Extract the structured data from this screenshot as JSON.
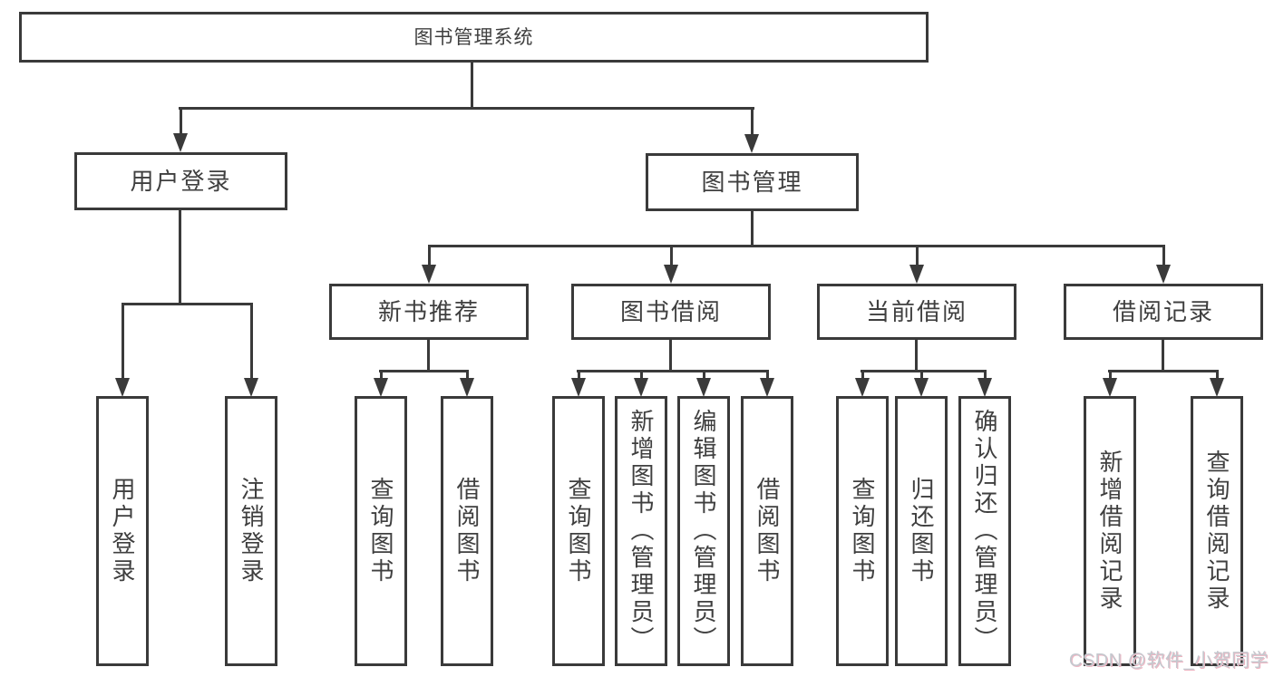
{
  "nodes": {
    "root": {
      "label": "图书管理系统"
    },
    "user_login": {
      "label": "用户登录"
    },
    "book_mgmt": {
      "label": "图书管理"
    },
    "new_book_rec": {
      "label": "新书推荐"
    },
    "book_borrow": {
      "label": "图书借阅"
    },
    "current_borrow": {
      "label": "当前借阅"
    },
    "borrow_record": {
      "label": "借阅记录"
    },
    "leaf_user_login": {
      "label": "用户登录"
    },
    "leaf_logout": {
      "label": "注销登录"
    },
    "leaf_rec_query": {
      "label": "查询图书"
    },
    "leaf_rec_borrow": {
      "label": "借阅图书"
    },
    "leaf_bb_query": {
      "label": "查询图书"
    },
    "leaf_bb_add": {
      "label": "新增图书（管理员）"
    },
    "leaf_bb_edit": {
      "label": "编辑图书（管理员）"
    },
    "leaf_bb_borrow": {
      "label": "借阅图书"
    },
    "leaf_cb_query": {
      "label": "查询图书"
    },
    "leaf_cb_return": {
      "label": "归还图书"
    },
    "leaf_cb_confirm": {
      "label": "确认归还（管理员）"
    },
    "leaf_br_add": {
      "label": "新增借阅记录"
    },
    "leaf_br_query": {
      "label": "查询借阅记录"
    }
  },
  "watermark": {
    "text": "CSDN @软件_小贺同学"
  },
  "colors": {
    "line": "#3a3a3a",
    "text": "#3f3f3f",
    "watermark": "#c4c8ce",
    "watermark_shadow": "#eeb6c3",
    "background": "#ffffff"
  }
}
